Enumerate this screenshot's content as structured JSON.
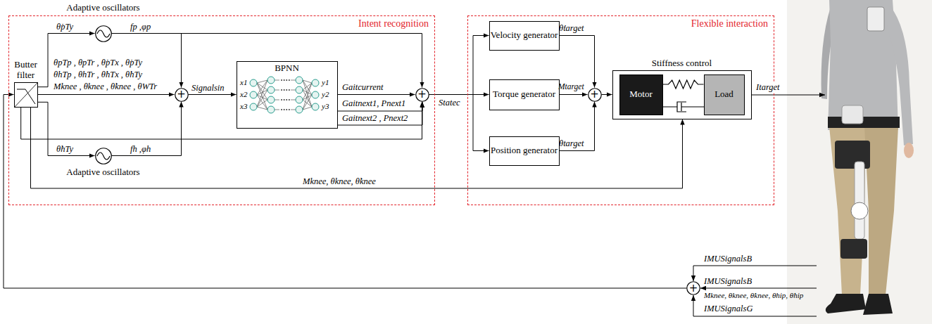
{
  "diagram": {
    "nodes": [
      {
        "text": [
          "Intent recognition"
        ]
      },
      {
        "text": [
          "Butter filter"
        ],
        "in": 0
      },
      {
        "text": [
          "Adaptive oscillators"
        ],
        "in": 0
      },
      {
        "text": [
          "+"
        ],
        "in": 0
      },
      {
        "text": [
          "BPNN"
        ],
        "in": 0
      },
      {
        "text": [
          "Adaptive oscillators"
        ],
        "in": 0
      },
      {
        "text": [
          "+"
        ],
        "in": 0
      },
      {
        "text": [
          "Flexible interaction"
        ]
      },
      {
        "text": [
          "Velocity generator"
        ],
        "in": 7
      },
      {
        "text": [
          "Torque generator"
        ],
        "in": 7
      },
      {
        "text": [
          "Position generator"
        ],
        "in": 7
      },
      {
        "text": [
          "+"
        ],
        "in": 7
      },
      {
        "text": [
          "Stiffness control"
        ],
        "in": 7
      },
      {
        "text": [
          "Motor"
        ],
        "in": 12
      },
      {
        "text": [
          "Load"
        ],
        "in": 12
      },
      {
        "text": [
          "+"
        ]
      }
    ],
    "edges": [
      {
        "from": 1,
        "to": 2,
        "arrow": "to"
      },
      {
        "from": 1,
        "to": 3,
        "arrow": "to"
      },
      {
        "from": 1,
        "to": 5,
        "arrow": "to"
      },
      {
        "from": 2,
        "to": 3,
        "arrow": "to"
      },
      {
        "from": 2,
        "to": 6,
        "arrow": "to"
      },
      {
        "from": 5,
        "to": 3,
        "arrow": "to"
      },
      {
        "from": 1,
        "to": 6,
        "arrow": "to"
      },
      {
        "from": 3,
        "to": 4,
        "arrow": "to"
      },
      {
        "from": 4,
        "to": 6,
        "arrow": "to"
      },
      {
        "from": 6,
        "to": 8,
        "arrow": "to"
      },
      {
        "from": 6,
        "to": 9,
        "arrow": "to"
      },
      {
        "from": 6,
        "to": 10,
        "arrow": "to"
      },
      {
        "from": 8,
        "to": 11,
        "arrow": "to"
      },
      {
        "from": 9,
        "to": 11,
        "arrow": "to"
      },
      {
        "from": 10,
        "to": 11,
        "arrow": "to"
      },
      {
        "from": 11,
        "to": 12,
        "arrow": "to"
      },
      {
        "from": 13,
        "to": 14,
        "arrow": "none"
      },
      {
        "from": 1,
        "to": 12,
        "arrow": "to"
      },
      {
        "from": 15,
        "to": 1,
        "arrow": "to"
      }
    ],
    "labels": [
      "θ̇pTy",
      "fp ,φp",
      "θpTp , θpTr , θ̇pTx , θ̇pTy",
      "θhTp , θhTr , θ̇hTx , θ̇hTy",
      "Mknee , θknee , θ̇knee , θWTr",
      "θ̇hTy",
      "fh ,φh",
      "Signalsin",
      "x1",
      "x2",
      "x3",
      "y1",
      "y2",
      "y3",
      "Gaitcurrent",
      "Gaitnext1, Pnext1",
      "Gaitnext2 , Pnext2",
      "Statec",
      "θ̇target",
      "Mtarget",
      "θtarget",
      "Itarget",
      "Mknee, θknee, θ̇knee",
      "IMUSignalsB",
      "IMUSignalsB",
      "Mknee, θknee, θ̇knee, θhip, θ̇hip",
      "IMUSignalsG"
    ]
  }
}
